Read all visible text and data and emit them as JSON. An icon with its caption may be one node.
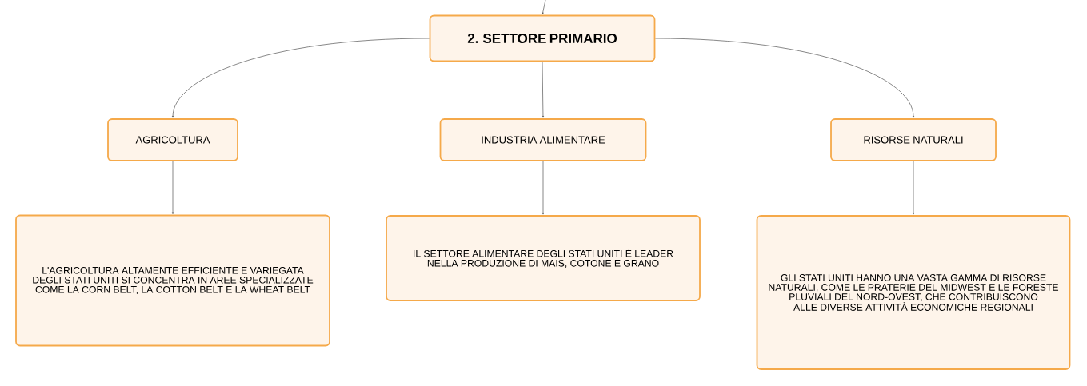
{
  "diagram": {
    "nodes": [
      {
        "text": [
          "2. SETTORE PRIMARIO"
        ]
      },
      {
        "text": [
          "AGRICOLTURA"
        ]
      },
      {
        "text": [
          "INDUSTRIA ALIMENTARE"
        ]
      },
      {
        "text": [
          "RISORSE NATURALI"
        ]
      },
      {
        "text": [
          "L'AGRICOLTURA ALTAMENTE EFFICIENTE E VARIEGATA DEGLI STATI UNITI SI CONCENTRA IN AREE SPECIALIZZATE COME LA CORN BELT, LA COTTON BELT E LA WHEAT BELT"
        ]
      },
      {
        "text": [
          "IL SETTORE ALIMENTARE DEGLI STATI UNITI È LEADER NELLA PRODUZIONE DI MAIS, COTONE E GRANO"
        ]
      },
      {
        "text": [
          "GLI STATI UNITI HANNO UNA VASTA GAMMA DI RISORSE NATURALI, COME LE PRATERIE DEL MIDWEST E LE FORESTE PLUVIALI DEL NORD-OVEST, CHE CONTRIBUISCONO ALLE DIVERSE ATTIVITÀ ECONOMICHE REGIONALI"
        ]
      }
    ],
    "edges": [
      {
        "from": null,
        "to": 0,
        "arrow": "to"
      },
      {
        "from": 0,
        "to": 1,
        "arrow": "to"
      },
      {
        "from": 0,
        "to": 2,
        "arrow": "to"
      },
      {
        "from": 0,
        "to": 3,
        "arrow": "to"
      },
      {
        "from": 1,
        "to": 4,
        "arrow": "to"
      },
      {
        "from": 2,
        "to": 5,
        "arrow": "to"
      },
      {
        "from": 3,
        "to": 6,
        "arrow": "to"
      }
    ]
  }
}
